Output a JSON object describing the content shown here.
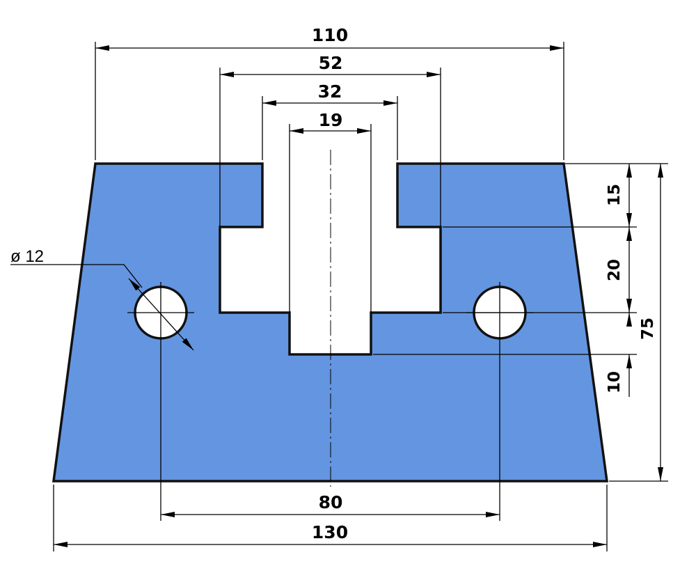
{
  "colors": {
    "part_fill": "#6495E0",
    "outline": "#111111",
    "hole_fill": "#ffffff",
    "background": "#ffffff"
  },
  "dimensions": {
    "top_width": "110",
    "slot_outer_width": "52",
    "slot_mid_width": "32",
    "slot_inner_width": "19",
    "hole_spacing": "80",
    "bottom_width": "130",
    "step_top": "15",
    "step_mid": "20",
    "step_bottom": "10",
    "total_height": "75",
    "hole_diameter": "ø 12"
  }
}
